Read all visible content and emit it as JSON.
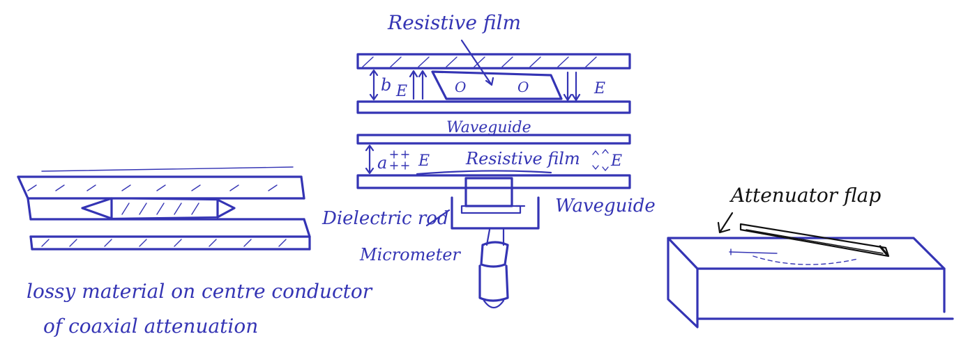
{
  "labels": {
    "resistive_film_top": "Resistive film",
    "b": "b",
    "e_left_top": "E",
    "circle_left": "O",
    "circle_right": "O",
    "e_right_top": "E",
    "waveguide_mid": "Waveguide",
    "a": "a",
    "e_left_bottom": "E",
    "resistive_film_bottom": "Resistive film",
    "e_right_bottom": "E",
    "dielectric_rod": "Dielectric rod",
    "waveguide_bottom": "Waveguide",
    "micrometer": "Micrometer",
    "attenuator_flap": "Attenuator flap",
    "coax_line1": "lossy material on centre conductor",
    "coax_line2": "of coaxial attenuation"
  },
  "colors": {
    "ink": "#3434b4",
    "black_ink": "#111111"
  }
}
